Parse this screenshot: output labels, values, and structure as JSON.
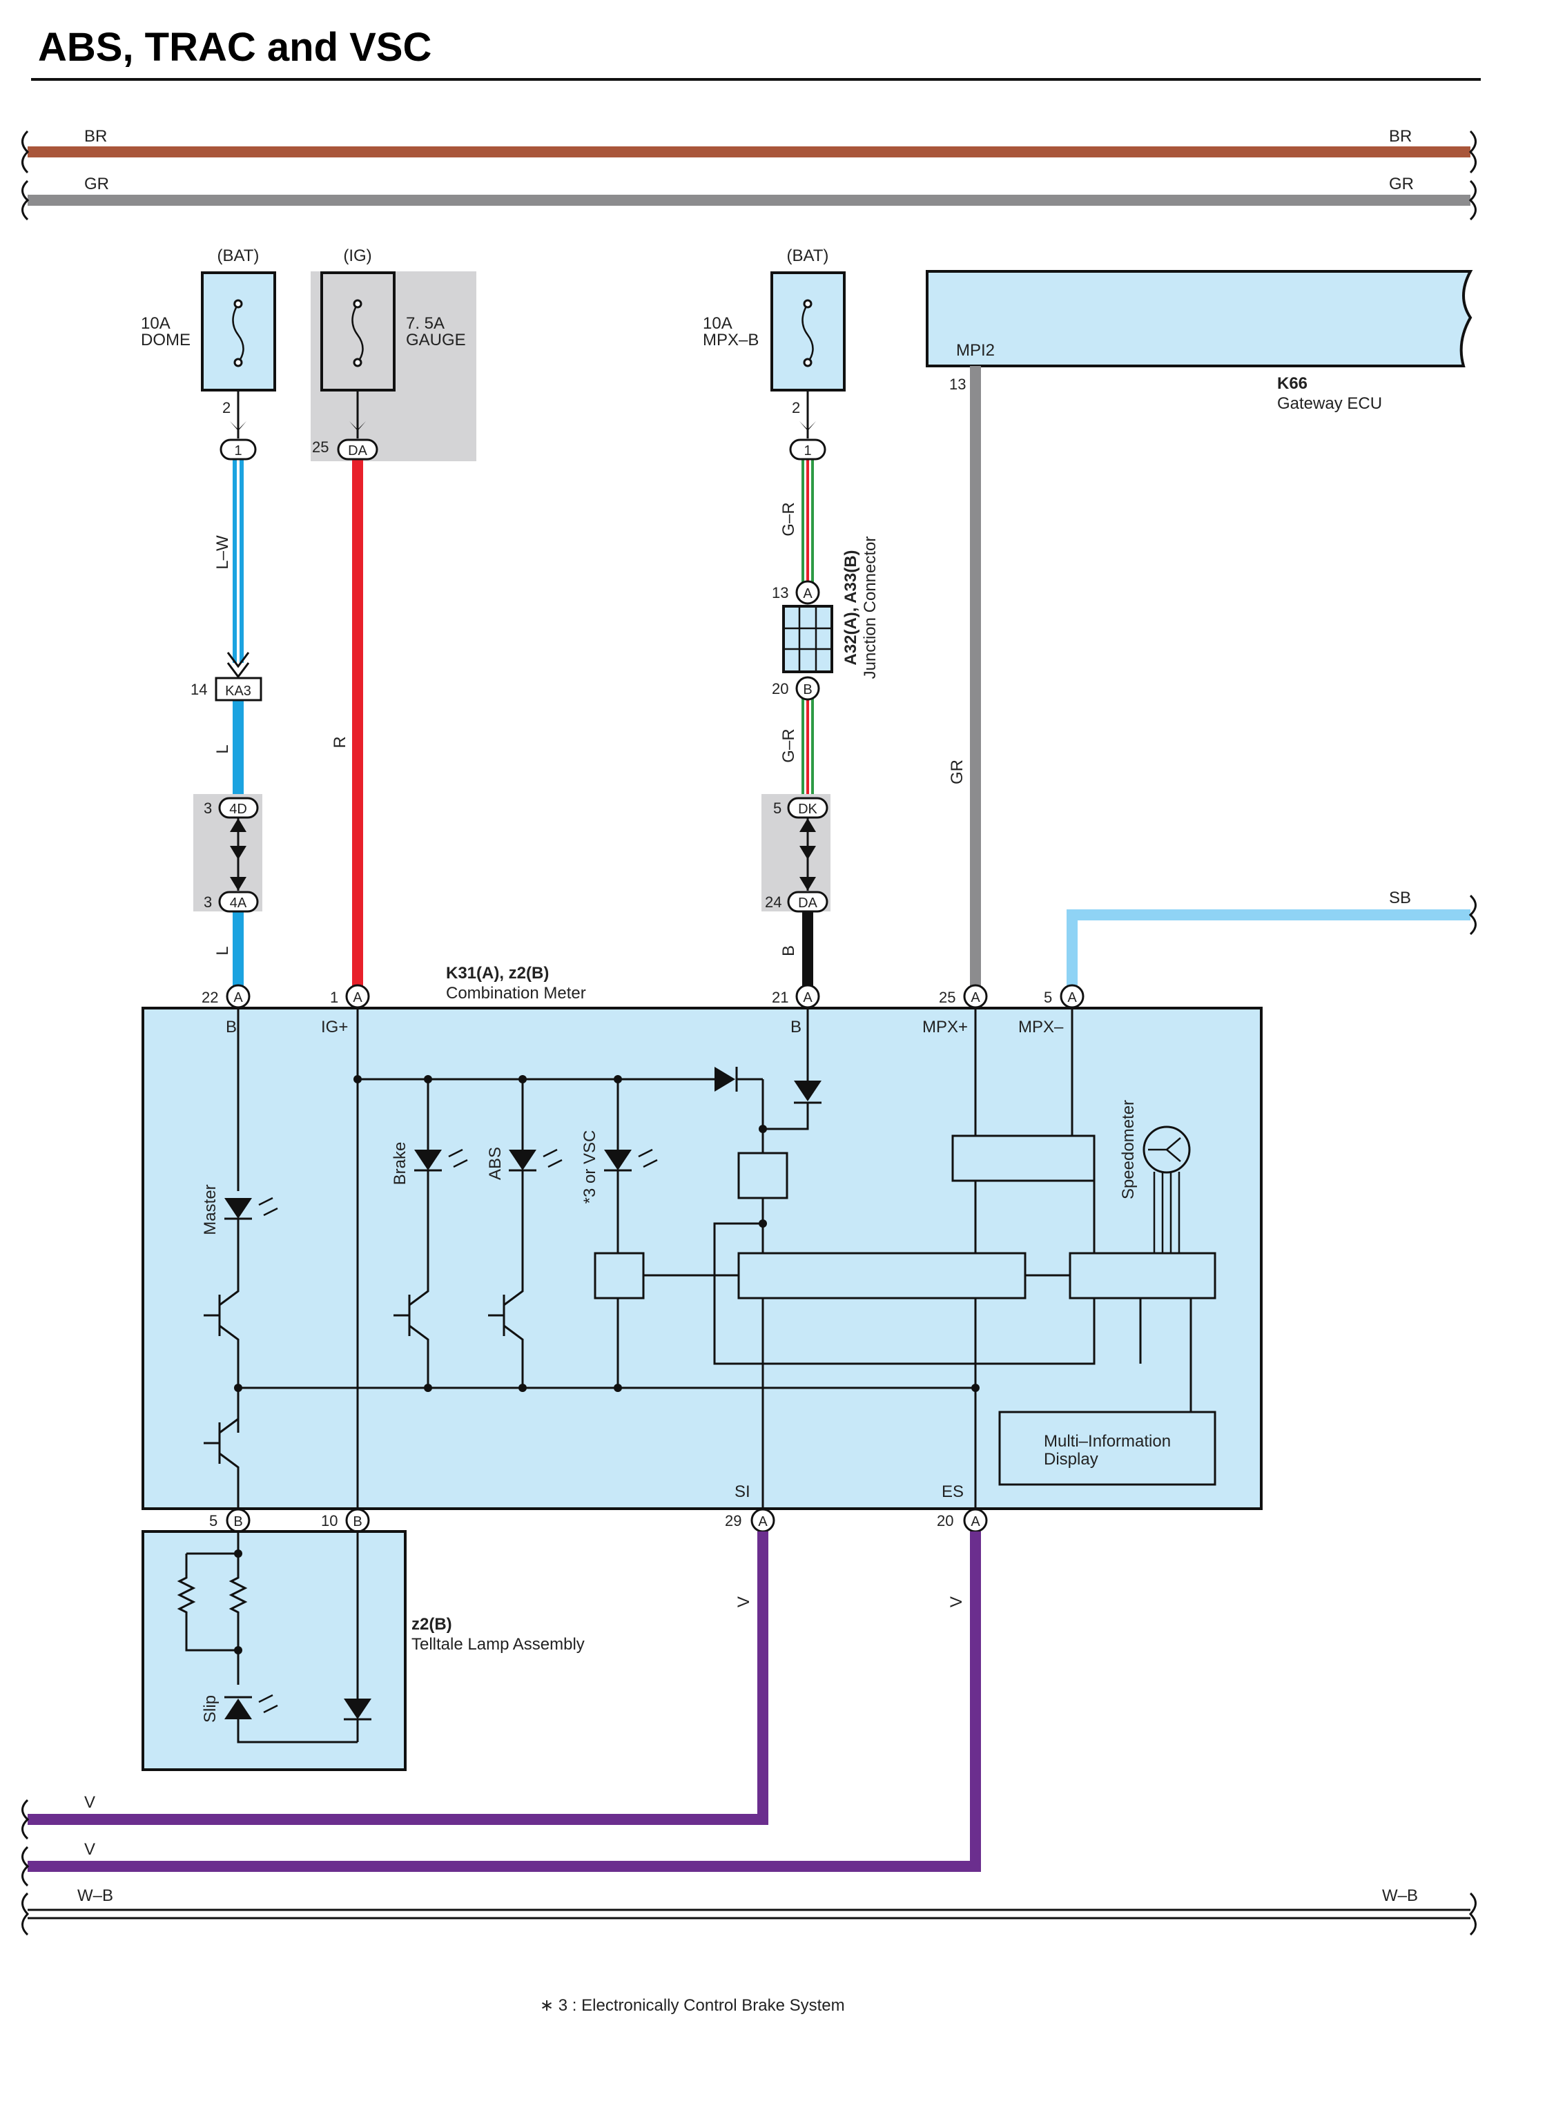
{
  "title": "ABS, TRAC and VSC",
  "buses": {
    "br": "BR",
    "gr": "GR",
    "sb": "SB",
    "v1": "V",
    "v2": "V",
    "wb": "W–B"
  },
  "fuses": {
    "dome": {
      "source": "(BAT)",
      "rating": "10A",
      "name": "DOME",
      "pin_out": "2"
    },
    "gauge": {
      "source": "(IG)",
      "rating": "7. 5A",
      "name": "GAUGE"
    },
    "mpxb": {
      "source": "(BAT)",
      "rating": "10A",
      "name": "MPX–B",
      "pin_out": "2"
    }
  },
  "connectors": {
    "c1_pin": "1",
    "c1": "1",
    "da1_pin": "25",
    "da1": "DA",
    "c1b_pin": "1",
    "c1b": "1",
    "ka3_pin": "14",
    "ka3": "KA3",
    "c4d_pin": "3",
    "c4d": "4D",
    "c4a_pin": "3",
    "c4a": "4A",
    "jA_pin": "13",
    "jA": "A",
    "jB_pin": "20",
    "jB": "B",
    "dk_pin": "5",
    "dk": "DK",
    "da2_pin": "24",
    "da2": "DA",
    "k66_pin": "13",
    "m22_pin": "22",
    "m22": "A",
    "m1_pin": "1",
    "m1": "A",
    "m21_pin": "21",
    "m21": "A",
    "m25_pin": "25",
    "m25": "A",
    "m5_pin": "5",
    "m5": "A",
    "b5_pin": "5",
    "b5": "B",
    "b10_pin": "10",
    "b10": "B",
    "a29_pin": "29",
    "a29": "A",
    "a20_pin": "20",
    "a20": "A"
  },
  "wires": {
    "lw": "L–W",
    "l1": "L",
    "l2": "L",
    "r": "R",
    "gr1": "G–R",
    "gr2": "G–R",
    "b": "B",
    "gr": "GR",
    "v1": "V",
    "v2": "V"
  },
  "components": {
    "gateway": {
      "id": "K66",
      "name": "Gateway ECU",
      "pin": "MPI2"
    },
    "junction": {
      "id": "A32(A), A33(B)",
      "name": "Junction Connector"
    },
    "meter": {
      "id": "K31(A), z2(B)",
      "name": "Combination Meter"
    },
    "telltale": {
      "id": "z2(B)",
      "name": "Telltale Lamp Assembly"
    },
    "mid": {
      "line1": "Multi–Information",
      "line2": "Display"
    }
  },
  "meter_terminals": {
    "b": "B",
    "igp": "IG+",
    "b2": "B",
    "mpxp": "MPX+",
    "mpxm": "MPX–",
    "si": "SI",
    "es": "ES"
  },
  "lamps": {
    "master": "Master",
    "brake": "Brake",
    "abs": "ABS",
    "vsc": "*3 or VSC",
    "speedometer": "Speedometer",
    "slip": "Slip"
  },
  "footnote": "∗ 3 : Electronically Control Brake System",
  "colors": {
    "br": "#a9563a",
    "gr": "#8c8c8e",
    "lb": "#1ba3e0",
    "red": "#e8202a",
    "violet": "#6b2e8e",
    "sb": "#8fd3f5",
    "green": "#2e9b45",
    "box": "#c8e8f8"
  }
}
